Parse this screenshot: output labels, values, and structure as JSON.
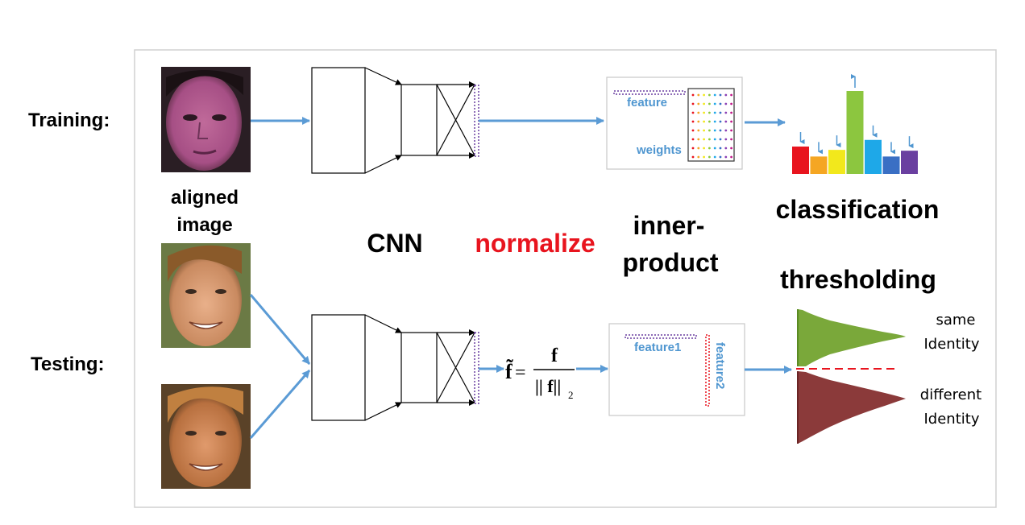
{
  "labels": {
    "training": "Training:",
    "testing": "Testing:",
    "aligned_line1": "aligned",
    "aligned_line2": "image",
    "cnn": "CNN",
    "normalize": "normalize",
    "inner_line1": "inner-",
    "inner_line2": "product",
    "classification": "classification",
    "thresholding": "thresholding",
    "feature": "feature",
    "weights": "weights",
    "feature1": "feature1",
    "feature2": "feature2",
    "same_line1": "same",
    "same_line2": "Identity",
    "diff_line1": "different",
    "diff_line2": "Identity"
  },
  "formula": {
    "lhs": "f̃",
    "equals": "=",
    "numerator": "f",
    "denominator": "|| f||",
    "subscript": "2"
  },
  "colors": {
    "arrow": "#5b9bd5",
    "normalize_text": "#e8141e",
    "blue_text": "#4f96d0",
    "same_dist": "#7aa83a",
    "diff_dist": "#8b3a3a",
    "threshold_line": "#e8141e"
  },
  "classification_bars": [
    {
      "color": "#e8141e",
      "value": 0.33,
      "arrow": "down"
    },
    {
      "color": "#f5a623",
      "value": 0.21,
      "arrow": "down"
    },
    {
      "color": "#f2e81c",
      "value": 0.29,
      "arrow": "down"
    },
    {
      "color": "#8cc63f",
      "value": 1.0,
      "arrow": "up"
    },
    {
      "color": "#1ea8e8",
      "value": 0.41,
      "arrow": "down"
    },
    {
      "color": "#3a6fc4",
      "value": 0.21,
      "arrow": "down"
    },
    {
      "color": "#6a3fa0",
      "value": 0.28,
      "arrow": "down"
    }
  ],
  "weight_dot_colors": [
    "#e8141e",
    "#f5a623",
    "#f2e81c",
    "#8cc63f",
    "#1ea8e8",
    "#3a6fc4",
    "#8a3fb5",
    "#c2188a"
  ]
}
